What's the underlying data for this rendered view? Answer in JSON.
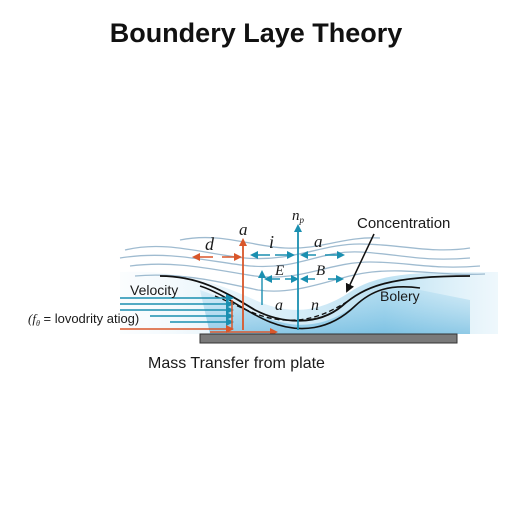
{
  "title": "Boundery Laye Theory",
  "labels": {
    "velocity": "Velocity",
    "formula": "(f",
    "formula_sub": "θ",
    "formula_rest": " = lovodrity atiog)",
    "concentration": "Concentration",
    "bolery": "Bolery",
    "caption": "Mass Transfer from plate"
  },
  "symbols": {
    "d": "d",
    "a_top": "a",
    "n_p": "n",
    "n_p_sub": "p",
    "i": "i",
    "a_right": "a",
    "E": "E",
    "B": "B",
    "a_mid": "a",
    "n_mid": "n"
  },
  "colors": {
    "orange_arrow": "#d9572b",
    "blue_arrow": "#1a8fb0",
    "wave": "#8fb0c8",
    "fluid_fill": "#7cc3e6",
    "plate": "#7a7a7a",
    "outline": "#111111"
  }
}
